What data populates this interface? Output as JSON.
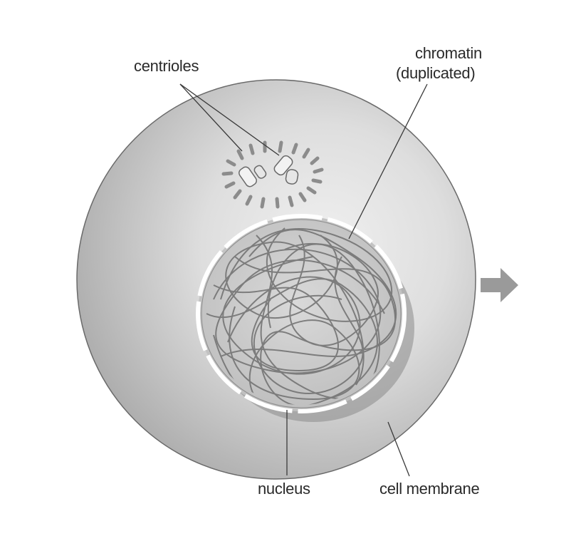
{
  "labels": {
    "centrioles": "centrioles",
    "chromatin_line1": "chromatin",
    "chromatin_line2": "(duplicated)",
    "nucleus": "nucleus",
    "cell_membrane": "cell membrane"
  },
  "colors": {
    "cell_fill_light": "#e8e8e8",
    "cell_fill_dark": "#b9b9b9",
    "cell_outline": "#5a5a5a",
    "nucleus_fill": "#cfcfcf",
    "chromatin": "#6f6f6f",
    "arrow": "#9a9a9a",
    "leader_line": "#3a3a3a"
  },
  "icons": [
    "right-arrow-icon"
  ]
}
